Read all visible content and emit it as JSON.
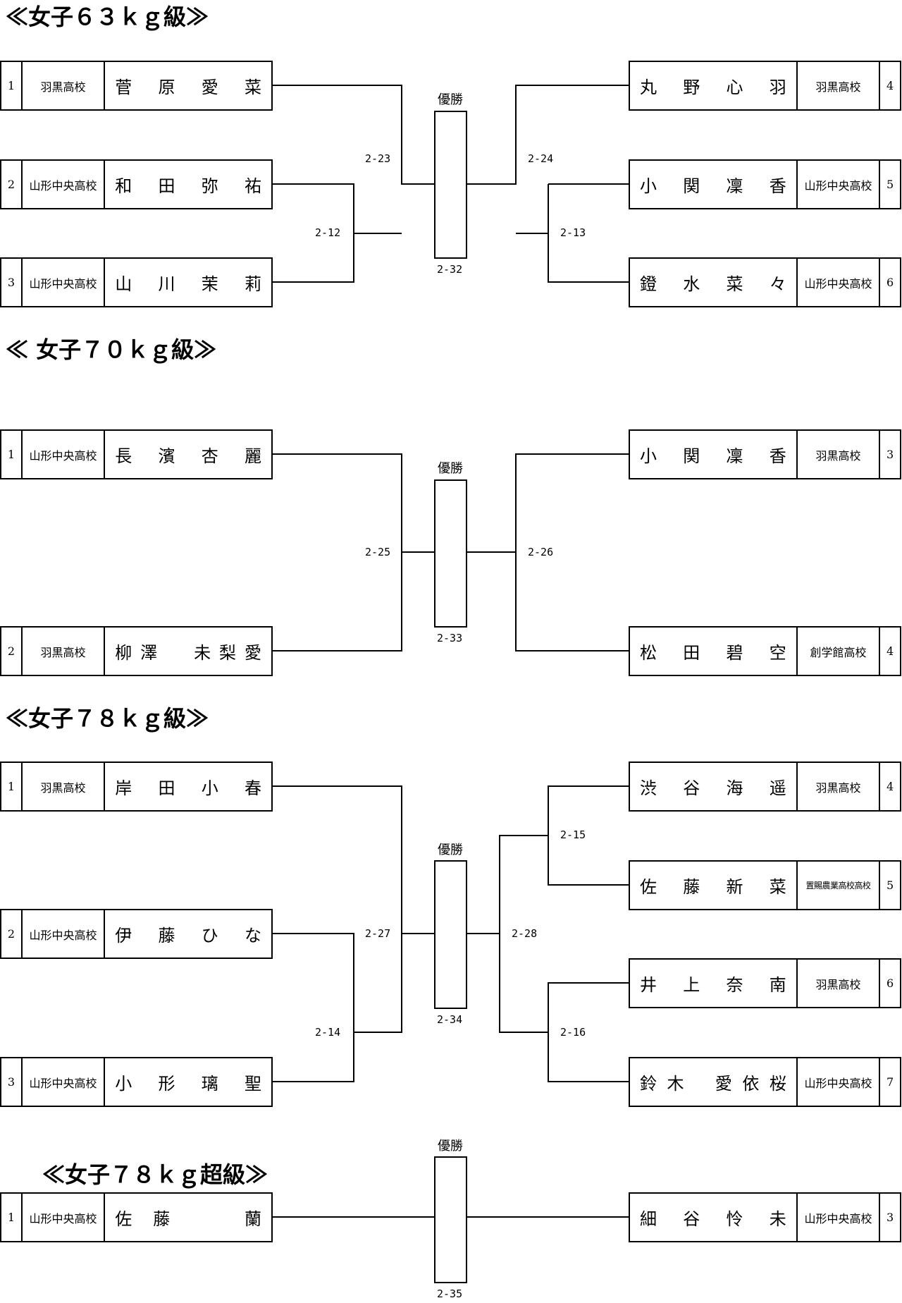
{
  "champion_label": "優勝",
  "divisions": [
    {
      "title": "≪女子６３ｋｇ級≫",
      "left": [
        {
          "num": "1",
          "school": "羽黒高校",
          "name": [
            "菅",
            "原",
            "愛",
            "菜"
          ]
        },
        {
          "num": "2",
          "school": "山形中央高校",
          "name": [
            "和",
            "田",
            "弥",
            "祐"
          ]
        },
        {
          "num": "3",
          "school": "山形中央高校",
          "name": [
            "山",
            "川",
            "茉",
            "莉"
          ]
        }
      ],
      "right": [
        {
          "num": "4",
          "school": "羽黒高校",
          "name": [
            "丸",
            "野",
            "心",
            "羽"
          ]
        },
        {
          "num": "5",
          "school": "山形中央高校",
          "name": [
            "小",
            "関",
            "凜",
            "香"
          ]
        },
        {
          "num": "6",
          "school": "山形中央高校",
          "name": [
            "鐙",
            "水",
            "菜",
            "々"
          ]
        }
      ],
      "matches": [
        "2-23",
        "2-24",
        "2-12",
        "2-13"
      ],
      "final": "2-32"
    },
    {
      "title": "≪ 女子７０ｋｇ級≫",
      "left": [
        {
          "num": "1",
          "school": "山形中央高校",
          "name": [
            "長",
            "濱",
            "杏",
            "麗"
          ]
        },
        {
          "num": "2",
          "school": "羽黒高校",
          "name": [
            "柳",
            "澤",
            "未",
            "梨",
            "愛"
          ]
        }
      ],
      "right": [
        {
          "num": "3",
          "school": "羽黒高校",
          "name": [
            "小",
            "関",
            "凜",
            "香"
          ]
        },
        {
          "num": "4",
          "school": "創学館高校",
          "name": [
            "松",
            "田",
            "碧",
            "空"
          ]
        }
      ],
      "matches": [
        "2-25",
        "2-26"
      ],
      "final": "2-33"
    },
    {
      "title": "≪女子７８ｋｇ級≫",
      "left": [
        {
          "num": "1",
          "school": "羽黒高校",
          "name": [
            "岸",
            "田",
            "小",
            "春"
          ]
        },
        {
          "num": "2",
          "school": "山形中央高校",
          "name": [
            "伊",
            "藤",
            "ひ",
            "な"
          ]
        },
        {
          "num": "3",
          "school": "山形中央高校",
          "name": [
            "小",
            "形",
            "璃",
            "聖"
          ]
        }
      ],
      "right": [
        {
          "num": "4",
          "school": "羽黒高校",
          "name": [
            "渋",
            "谷",
            "海",
            "遥"
          ]
        },
        {
          "num": "5",
          "school": "置賜農業高校高校",
          "name": [
            "佐",
            "藤",
            "新",
            "菜"
          ]
        },
        {
          "num": "6",
          "school": "羽黒高校",
          "name": [
            "井",
            "上",
            "奈",
            "南"
          ]
        },
        {
          "num": "7",
          "school": "山形中央高校",
          "name": [
            "鈴",
            "木",
            "愛",
            "依",
            "桜"
          ]
        }
      ],
      "matches": [
        "2-15",
        "2-27",
        "2-28",
        "2-14",
        "2-16"
      ],
      "final": "2-34"
    },
    {
      "title": "≪女子７８ｋｇ超級≫",
      "left": [
        {
          "num": "1",
          "school": "山形中央高校",
          "name": [
            "佐",
            "藤",
            "",
            "蘭"
          ]
        }
      ],
      "right": [
        {
          "num": "3",
          "school": "山形中央高校",
          "name": [
            "細",
            "谷",
            "怜",
            "未"
          ]
        }
      ],
      "matches": [],
      "final": "2-35"
    }
  ]
}
